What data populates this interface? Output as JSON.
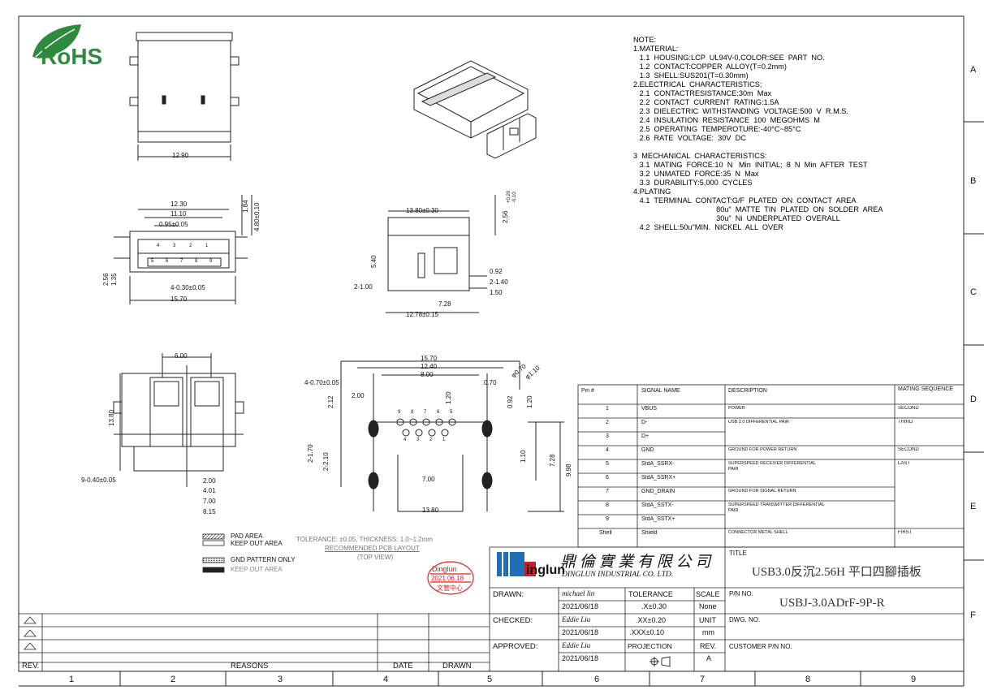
{
  "rohs": {
    "label": "RoHS"
  },
  "notes": [
    "NOTE:",
    "1.MATERIAL:",
    "   1.1  HOUSING:LCP  UL94V-0,COLOR:SEE  PART  NO.",
    "   1.2  CONTACT:COPPER  ALLOY(T=0.2mm)",
    "   1.3  SHELL:SUS201(T=0.30mm)",
    "2.ELECTRICAL  CHARACTERISTICS;",
    "   2.1  CONTACTRESISTANCE:30m  Max",
    "   2.2  CONTACT  CURRENT  RATING:1.5A",
    "   2.3  DIELECTRIC  WITHSTANDING  VOLTAGE:500  V  R.M.S.",
    "   2.4  INSULATION  RESISTANCE  100  MEGOHMS  M",
    "   2.5  OPERATING  TEMPEROTURE:-40°C~85°C",
    "   2.6  RATE  VOLTAGE:  30V  DC",
    "",
    "3  MECHANICAL  CHARACTERISTICS:",
    "   3.1  MATING  FORCE:10  N   Min  INITIAL;  8  N  Min  AFTER  TEST",
    "   3.2  UNMATED  FORCE:35  N  Max",
    "   3.3  DURABILITY:5,000  CYCLES",
    "4.PLATING",
    "   4.1  TERMINAL  CONTACT:G/F  PLATED  ON  CONTACT  AREA",
    "                                        80u\"  MATTE  TIN  PLATED  ON  SOLDER  AREA",
    "                                        30u\"  Ni  UNDERPLATED  OVERALL",
    "   4.2  SHELL:50u\"MIN.  NICKEL  ALL  OVER"
  ],
  "rowLabels": [
    "A",
    "B",
    "C",
    "D",
    "E",
    "F"
  ],
  "colLabels": [
    "1",
    "2",
    "3",
    "4",
    "5",
    "6",
    "7",
    "8",
    "9"
  ],
  "dims": {
    "d1290": "12.90",
    "d1230": "12.30",
    "d1110": "11.10",
    "d095": "0.95±0.05",
    "d184": "1.84",
    "d480": "4.80±0.10",
    "d256": "2.56",
    "d135": "1.35",
    "d430": "4-0.30±0.05",
    "d1570a": "15.70",
    "pins_top": [
      "4",
      "3",
      "2",
      "1"
    ],
    "pins_bot": [
      "5",
      "6",
      "7",
      "8",
      "9"
    ],
    "d1380s": "13.80±0.30",
    "d256s": "2.56",
    "tol_up": "+0.20",
    "tol_dn": "-0.10",
    "d540": "5.40",
    "d092": "0.92",
    "d2140": "2-1.40",
    "d150": "1.50",
    "d2100": "2-1.00",
    "d728a": "7.28",
    "d1278": "12.78±0.15",
    "d600": "6.00",
    "d1380v": "13.80",
    "d940": "9-0.40±0.05",
    "d200a": "2.00",
    "d401": "4.01",
    "d700a": "7.00",
    "d815": "8.15",
    "d1570b": "15.70",
    "d1240": "12.40",
    "d800": "8.00",
    "d470": "4-0.70±0.05",
    "d200b": "2.00",
    "d212": "2.12",
    "d120a": "1.20",
    "d070": "0.70",
    "d092b": "0.92",
    "d120b": "1.20",
    "phi070": "φ0.70",
    "phi110": "φ1.10",
    "d2170": "2-1.70",
    "d2210": "2-2.10",
    "d110": "1.10",
    "d728b": "7.28",
    "d998": "9.98",
    "d700b": "7.00",
    "d1380b": "13.80",
    "pcb_pins_top": [
      "9",
      "8",
      "7",
      "6",
      "5"
    ],
    "pcb_pins_bot": [
      "4",
      "3",
      "2",
      "1"
    ]
  },
  "legend": {
    "pad": "PAD AREA",
    "keepout1": "KEEP OUT AREA",
    "gnd": "GND PATTERN ONLY",
    "keepout2": "KEEP OUT AREA",
    "tolerance": "TOLERANCE: ±0.05, THICKNESS: 1.0~1.2mm",
    "recommended": "RECOMMENDED PCB LAYOUT",
    "topview": "(TOP VIEW)"
  },
  "stamp": {
    "name": "Dinglun",
    "date": "2021.06.18",
    "dept": "文管中心"
  },
  "pin_table": {
    "headers": [
      "Pin #",
      "SIGNAL NAME",
      "DESCRIPTION",
      "MATING SEQUENCE"
    ],
    "rows": [
      {
        "pin": "1",
        "signal": "VBUS",
        "desc": "POWER",
        "seq": "SECOND"
      },
      {
        "pin": "2",
        "signal": "D-",
        "desc": "USB 2.0 DIFFERENTIAL PAIR",
        "seq": "THIRD"
      },
      {
        "pin": "3",
        "signal": "D+",
        "desc": "",
        "seq": ""
      },
      {
        "pin": "4",
        "signal": "GND",
        "desc": "GROUND FOR POWER RETURN",
        "seq": "SECOND"
      },
      {
        "pin": "5",
        "signal": "StdA_SSRX-",
        "desc": "SUPERSPEED RECEIVER DIFFERENTIAL PAIR",
        "seq": "LAST"
      },
      {
        "pin": "6",
        "signal": "StdA_SSRX+",
        "desc": "",
        "seq": ""
      },
      {
        "pin": "7",
        "signal": "GND_DRAIN",
        "desc": "GROUND FOR SIGNAL RETURN",
        "seq": ""
      },
      {
        "pin": "8",
        "signal": "StdA_SSTX-",
        "desc": "SUPERSPEED TRANSMITTER DIFFERENTIAL PAIR",
        "seq": ""
      },
      {
        "pin": "9",
        "signal": "StdA_SSTX+",
        "desc": "",
        "seq": ""
      },
      {
        "pin": "Shell",
        "signal": "Shield",
        "desc": "CONNECTOR METAL SHELL",
        "seq": "FIRST"
      }
    ]
  },
  "company": {
    "logo": "inglun",
    "name_cn": "鼎 倫 實 業 有 限 公 司",
    "name_en": "DINGLUN INDUSTRIAL CO. LTD."
  },
  "title_block": {
    "title_label": "TITLE",
    "title": "USB3.0反沉2.56H 平口四腳插板",
    "pn_label": "P/N NO.",
    "pn": "USBJ-3.0ADrF-9P-R",
    "dwg_label": "DWG. NO.",
    "customer_label": "CUSTOMER P/N NO.",
    "drawn_label": "DRAWN:",
    "drawn_by": "michael lin",
    "drawn_date": "2021/06/18",
    "checked_label": "CHECKED:",
    "checked_by": "Eddie Liu",
    "checked_date": "2021/06/18",
    "approved_label": "APPROVED:",
    "approved_by": "Eddie Liu",
    "approved_date": "2021/06/18",
    "tolerance_label": "TOLERANCE",
    "tol1": ".X±0.30",
    "tol2": ".XX±0.20",
    "tol3": ".XXX±0.10",
    "projection_label": "PROJECTION",
    "scale_label": "SCALE",
    "scale": "None",
    "unit_label": "UNIT",
    "unit": "mm",
    "rev_label": "REV.",
    "rev": "A"
  },
  "revision": {
    "rev": "REV.",
    "reasons": "REASONS",
    "date": "DATE",
    "drawn": "DRAWN"
  }
}
